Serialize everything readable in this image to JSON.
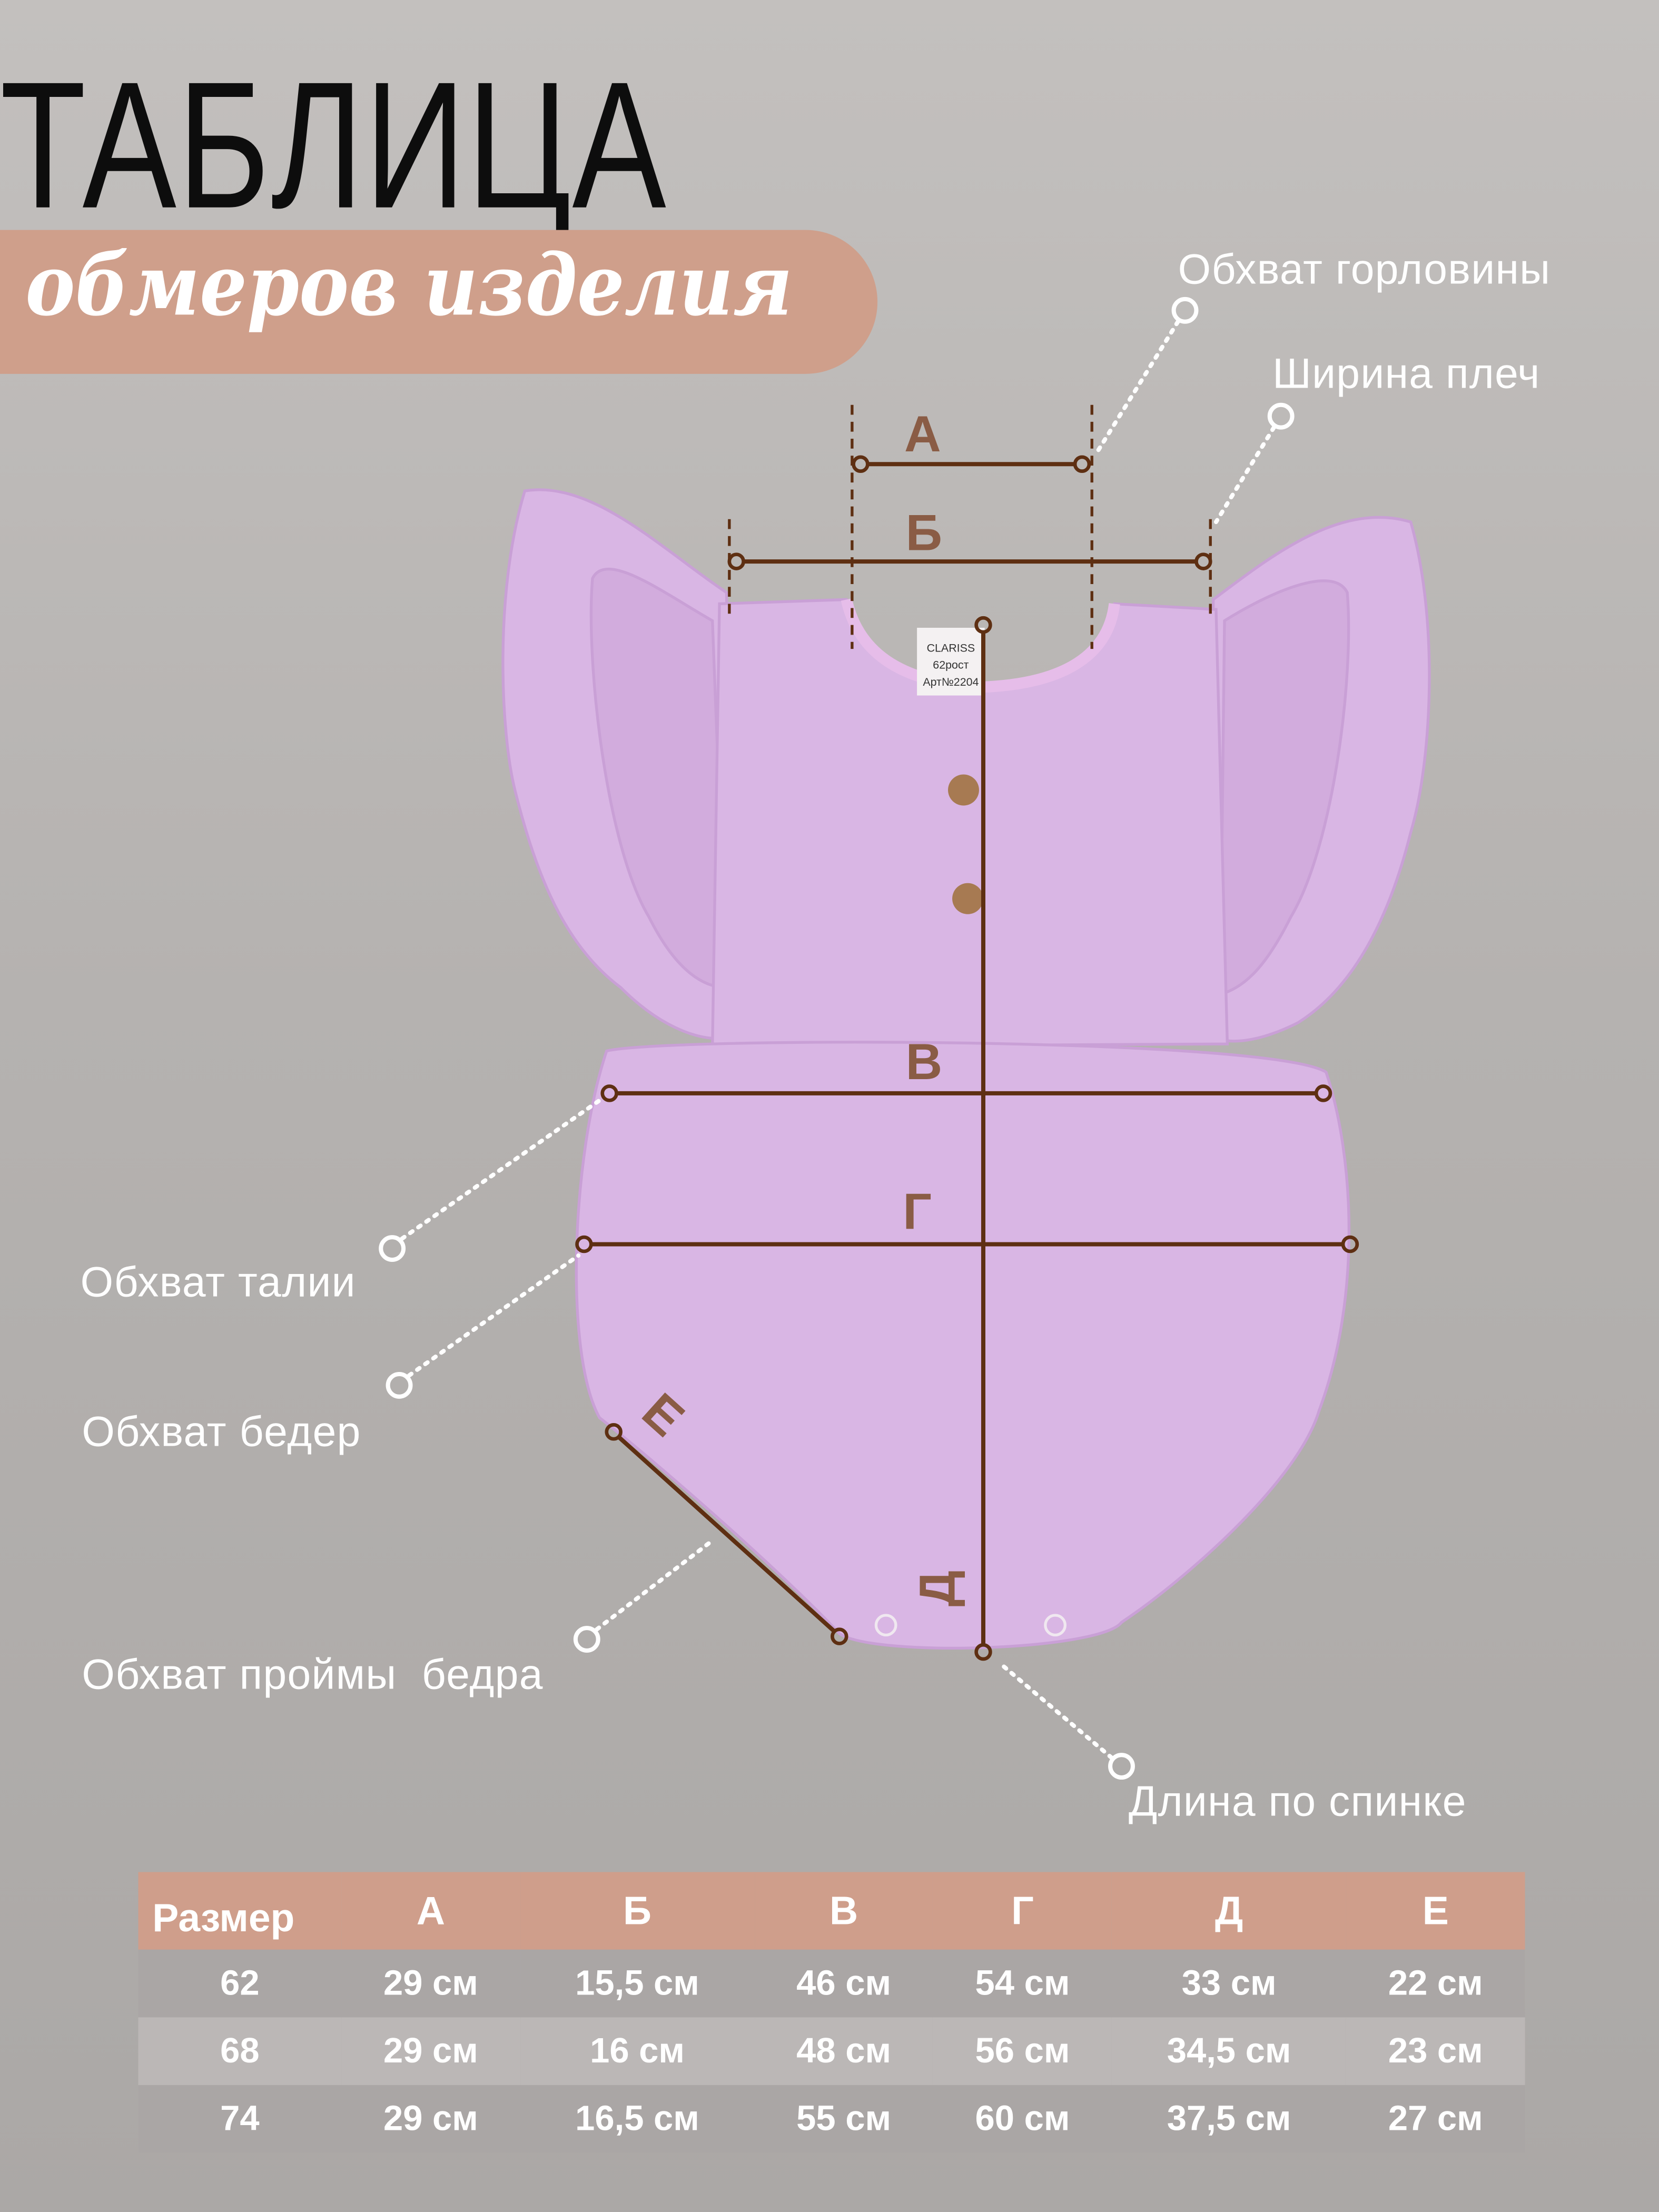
{
  "header": {
    "title": "ТАБЛИЦА",
    "subtitle": "обмеров изделия"
  },
  "colors": {
    "banner": "#cf9f8b",
    "measure_line": "#5e2f12",
    "garment": "#d9b6e4",
    "text": "#ffffff"
  },
  "labels": {
    "neck": "Обхват горловины",
    "shoulders": "Ширина плеч",
    "waist": "Обхват талии",
    "hips": "Обхват бедер",
    "leg_opening": "Обхват проймы  бедра",
    "back_length": "Длина по спинке"
  },
  "markers": {
    "a": "А",
    "b": "Б",
    "v": "В",
    "g": "Г",
    "d": "Д",
    "e": "Е"
  },
  "garment_tag": {
    "brand": "CLARISS",
    "size": "62рост",
    "article": "Арт№2204"
  },
  "table": {
    "headers": [
      "Размер",
      "А",
      "Б",
      "В",
      "Г",
      "Д",
      "Е"
    ],
    "rows": [
      [
        "62",
        "29 см",
        "15,5 см",
        "46 см",
        "54 см",
        "33 см",
        "22 см"
      ],
      [
        "68",
        "29 см",
        "16 см",
        "48 см",
        "56 см",
        "34,5 см",
        "23 см"
      ],
      [
        "74",
        "29 см",
        "16,5 см",
        "55 см",
        "60 см",
        "37,5 см",
        "27 см"
      ]
    ]
  }
}
